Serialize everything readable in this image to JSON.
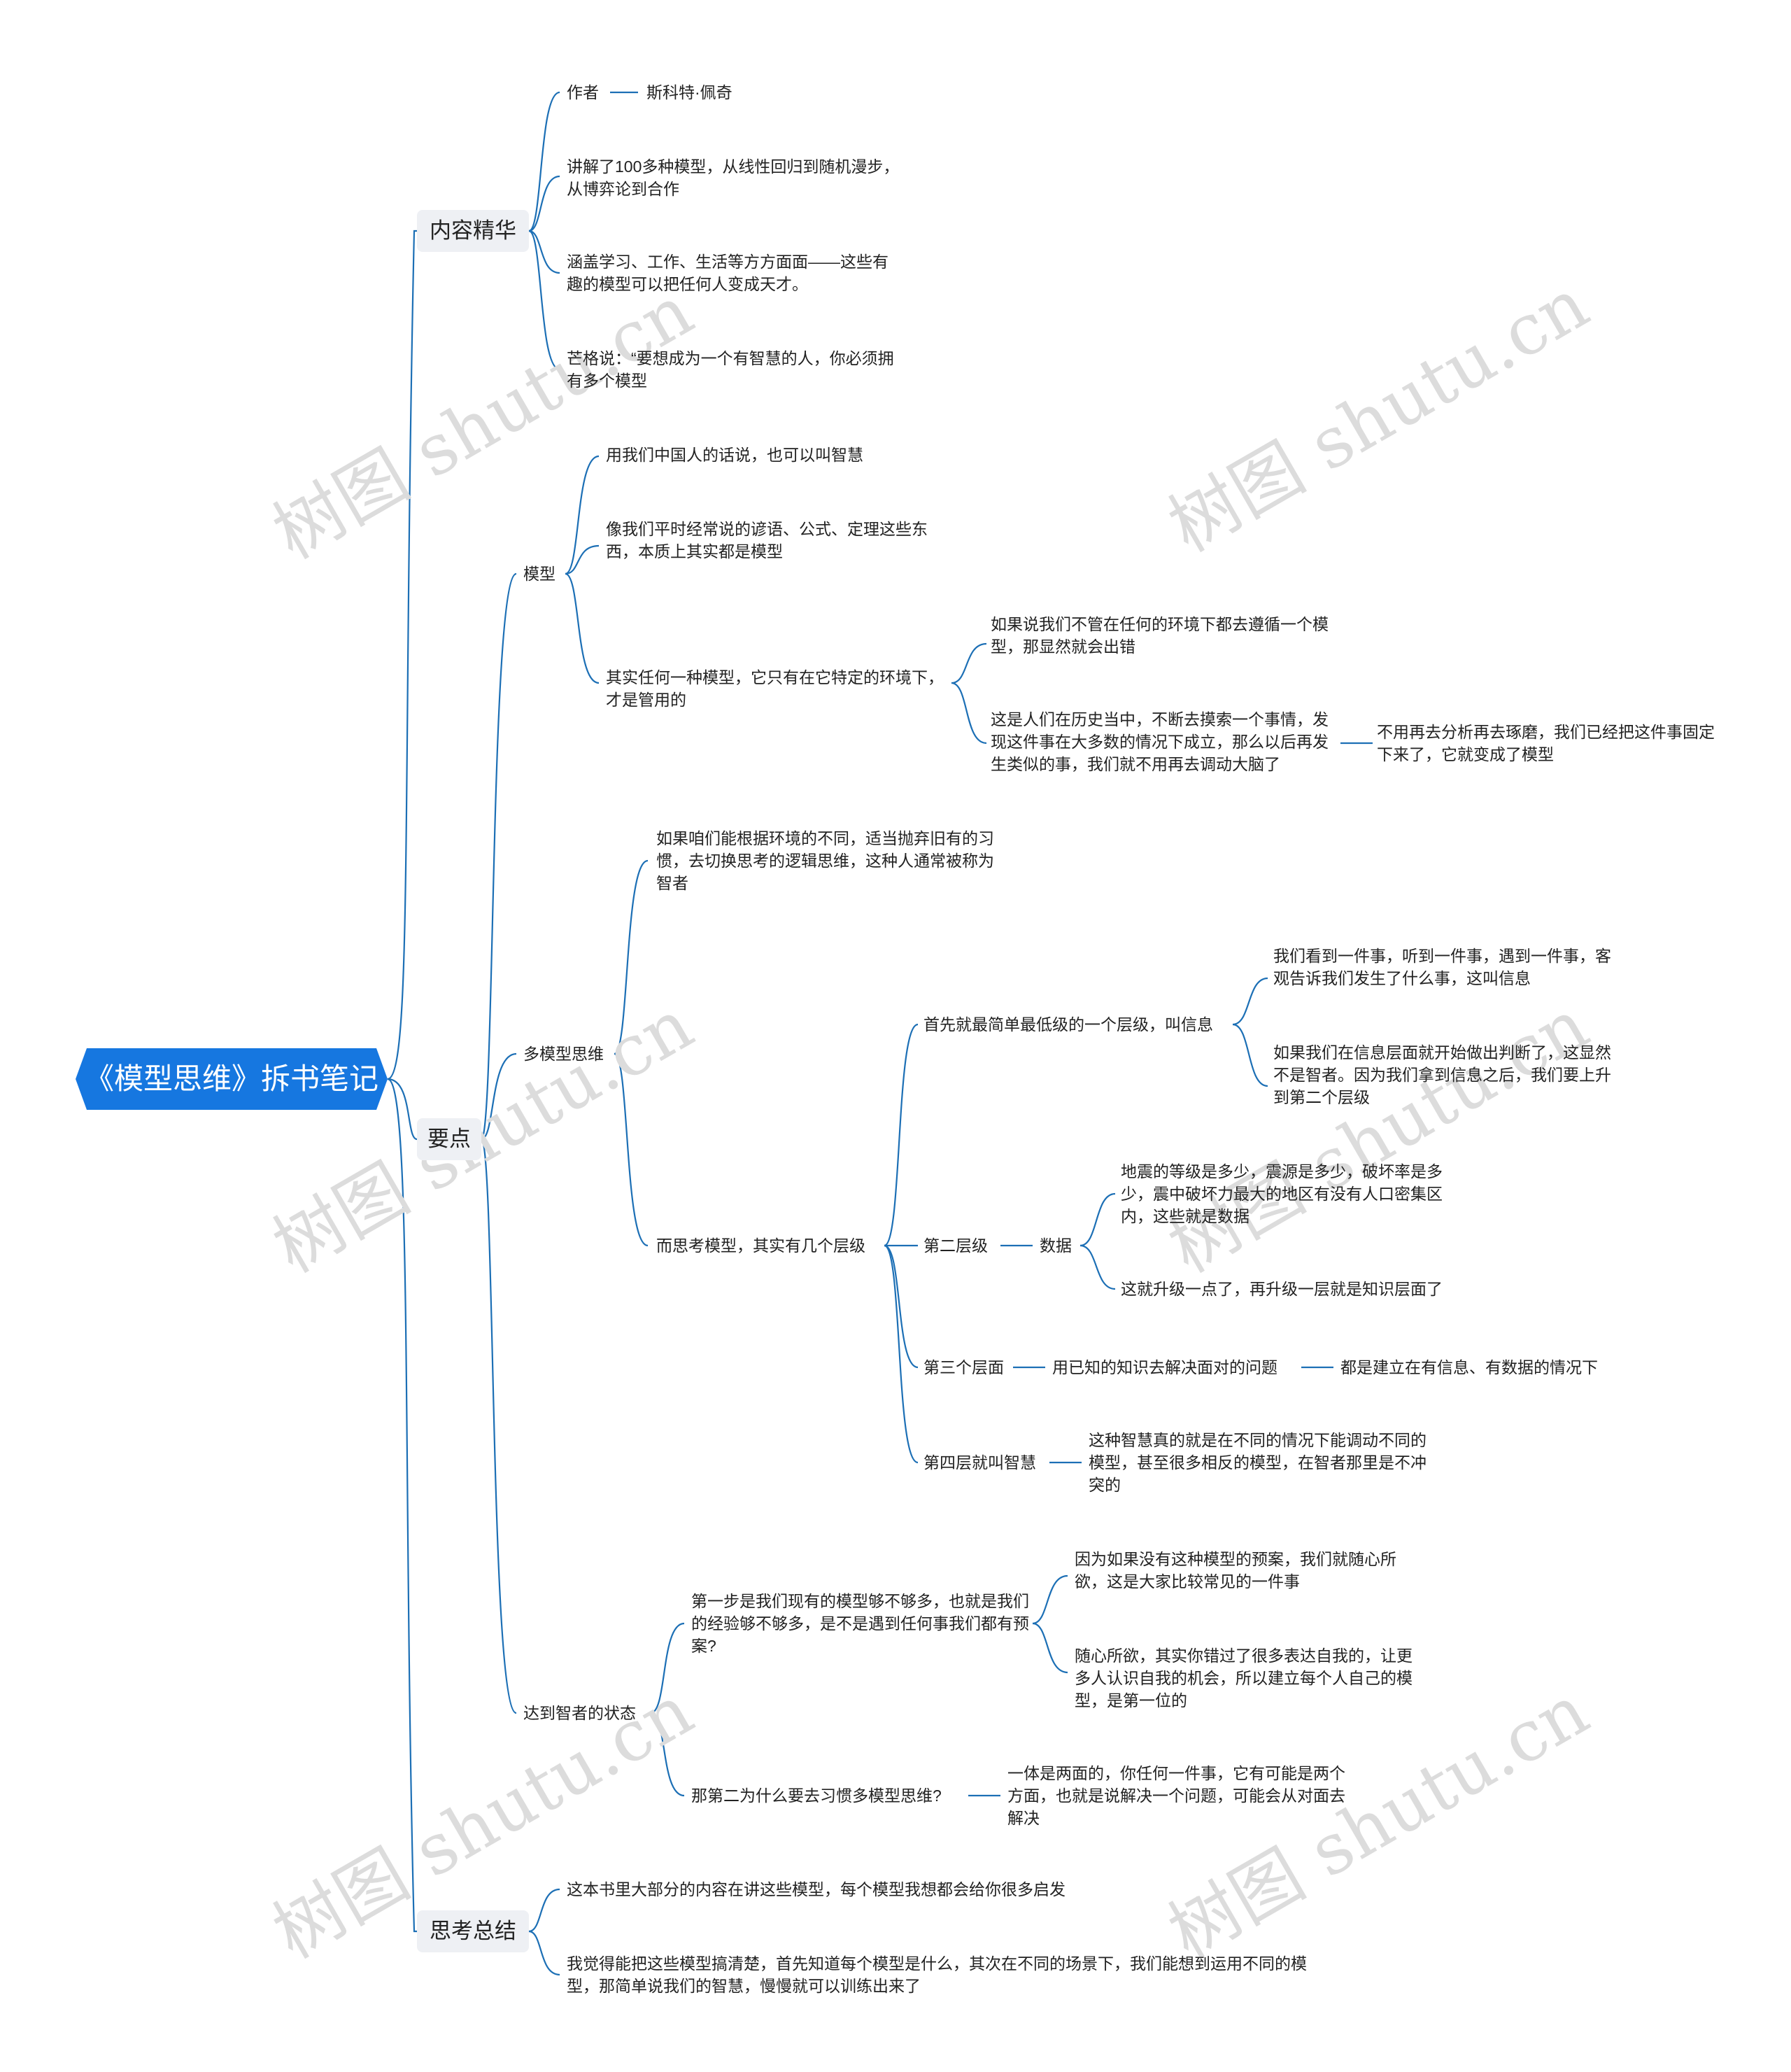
{
  "root": "《模型思维》拆书笔记",
  "watermark": "树图 shutu.cn",
  "sections": {
    "highlights": {
      "label": "内容精华",
      "author_label": "作者",
      "author_value": "斯科特·佩奇",
      "item2": "讲解了100多种模型，从线性回归到随机漫步，从博弈论到合作",
      "item3": "涵盖学习、工作、生活等方方面面——这些有趣的模型可以把任何人变成天才。",
      "item4": "芒格说：“要想成为一个有智慧的人，你必须拥有多个模型"
    },
    "keypoints": {
      "label": "要点",
      "model": {
        "label": "模型",
        "c1": "用我们中国人的话说，也可以叫智慧",
        "c2": "像我们平时经常说的谚语、公式、定理这些东西，本质上其实都是模型",
        "c3": "其实任何一种模型，它只有在它特定的环境下，才是管用的",
        "c3a": "如果说我们不管在任何的环境下都去遵循一个模型，那显然就会出错",
        "c3b": "这是人们在历史当中，不断去摸索一个事情，发现这件事在大多数的情况下成立，那么以后再发生类似的事，我们就不用再去调动大脑了",
        "c3b1": "不用再去分析再去琢磨，我们已经把这件事固定下来了，它就变成了模型"
      },
      "multi": {
        "label": "多模型思维",
        "c1": "如果咱们能根据环境的不同，适当抛弃旧有的习惯，去切换思考的逻辑思维，这种人通常被称为智者",
        "c2": "而思考模型，其实有几个层级",
        "lv1": "首先就最简单最低级的一个层级，叫信息",
        "lv1a": "我们看到一件事，听到一件事，遇到一件事，客观告诉我们发生了什么事，这叫信息",
        "lv1b": "如果我们在信息层面就开始做出判断了，这显然不是智者。因为我们拿到信息之后，我们要上升到第二个层级",
        "lv2": "第二层级",
        "lv2a": "数据",
        "lv2a1": "地震的等级是多少，震源是多少，破坏率是多少，震中破坏力最大的地区有没有人口密集区内，这些就是数据",
        "lv2a2": "这就升级一点了，再升级一层就是知识层面了",
        "lv3": "第三个层面",
        "lv3a": "用已知的知识去解决面对的问题",
        "lv3b": "都是建立在有信息、有数据的情况下",
        "lv4": "第四层就叫智慧",
        "lv4a": "这种智慧真的就是在不同的情况下能调动不同的模型，甚至很多相反的模型，在智者那里是不冲突的"
      },
      "wise": {
        "label": "达到智者的状态",
        "s1": "第一步是我们现有的模型够不够多，也就是我们的经验够不够多，是不是遇到任何事我们都有预案?",
        "s1a": "因为如果没有这种模型的预案，我们就随心所欲，这是大家比较常见的一件事",
        "s1b": "随心所欲，其实你错过了很多表达自我的，让更多人认识自我的机会，所以建立每个人自己的模型，是第一位的",
        "s2": "那第二为什么要去习惯多模型思维?",
        "s2a": "一体是两面的，你任何一件事，它有可能是两个方面，也就是说解决一个问题，可能会从对面去解决"
      }
    },
    "summary": {
      "label": "思考总结",
      "c1": "这本书里大部分的内容在讲这些模型，每个模型我想都会给你很多启发",
      "c2": "我觉得能把这些模型搞清楚，首先知道每个模型是什么，其次在不同的场景下，我们能想到运用不同的模型，那简单说我们的智慧，慢慢就可以训练出来了"
    }
  }
}
